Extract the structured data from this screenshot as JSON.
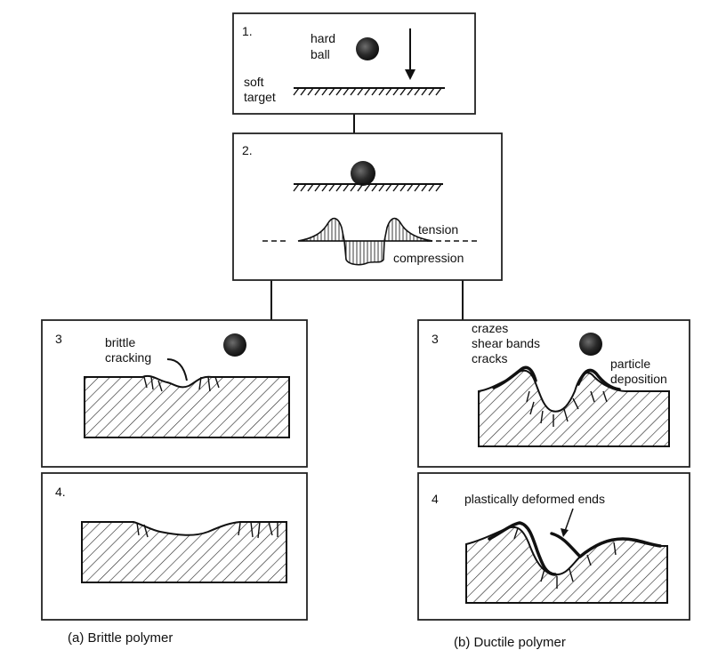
{
  "panel1": {
    "step": "1.",
    "ball_label": [
      "hard",
      "ball"
    ],
    "target_label": [
      "soft",
      "target"
    ]
  },
  "panel2": {
    "step": "2.",
    "tension_label": "tension",
    "compression_label": "compression"
  },
  "panel3a": {
    "step": "3",
    "label": [
      "brittle",
      "cracking"
    ]
  },
  "panel4a": {
    "step": "4."
  },
  "panel3b": {
    "step": "3",
    "left_label": [
      "crazes",
      "shear bands",
      "cracks"
    ],
    "right_label": [
      "particle",
      "deposition"
    ]
  },
  "panel4b": {
    "step": "4",
    "label": "plastically deformed ends"
  },
  "captions": {
    "brittle": "(a)  Brittle  polymer",
    "ductile": "(b)  Ductile  polymer"
  }
}
